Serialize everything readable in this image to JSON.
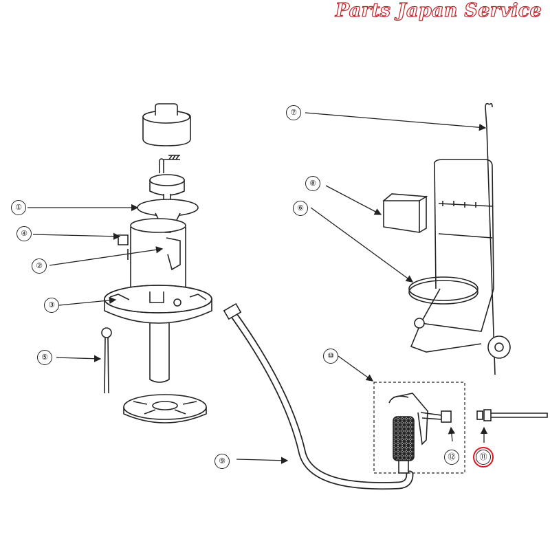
{
  "watermark": {
    "text": "Parts Japan Service",
    "color": "#c0262d"
  },
  "callouts": [
    {
      "id": "callout-1",
      "label": "①"
    },
    {
      "id": "callout-2",
      "label": "②"
    },
    {
      "id": "callout-3",
      "label": "③"
    },
    {
      "id": "callout-4",
      "label": "④"
    },
    {
      "id": "callout-5",
      "label": "⑤"
    },
    {
      "id": "callout-6",
      "label": "⑥"
    },
    {
      "id": "callout-7",
      "label": "⑦"
    },
    {
      "id": "callout-8",
      "label": "⑧"
    },
    {
      "id": "callout-9",
      "label": "⑨"
    },
    {
      "id": "callout-10",
      "label": "⑩"
    },
    {
      "id": "callout-11",
      "label": "⑪"
    },
    {
      "id": "callout-12",
      "label": "⑫"
    }
  ],
  "highlight": {
    "target": "⑪",
    "color": "#e0141f"
  }
}
